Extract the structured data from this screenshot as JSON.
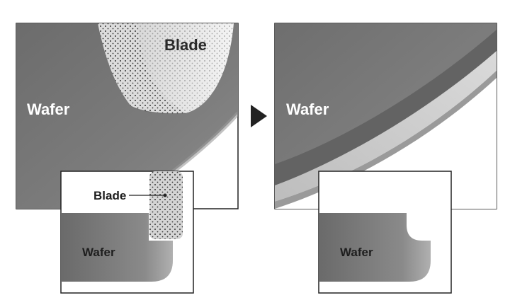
{
  "left_panel": {
    "wafer_label": "Wafer",
    "blade_label": "Blade",
    "inset": {
      "blade_label": "Blade",
      "wafer_label": "Wafer"
    }
  },
  "right_panel": {
    "wafer_label": "Wafer",
    "inset": {
      "wafer_label": "Wafer"
    }
  },
  "arrow_icon": "play-triangle-icon",
  "colors": {
    "wafer_gray": "#7a7a7a",
    "blade_light": "#ececec",
    "arrow": "#222222"
  }
}
